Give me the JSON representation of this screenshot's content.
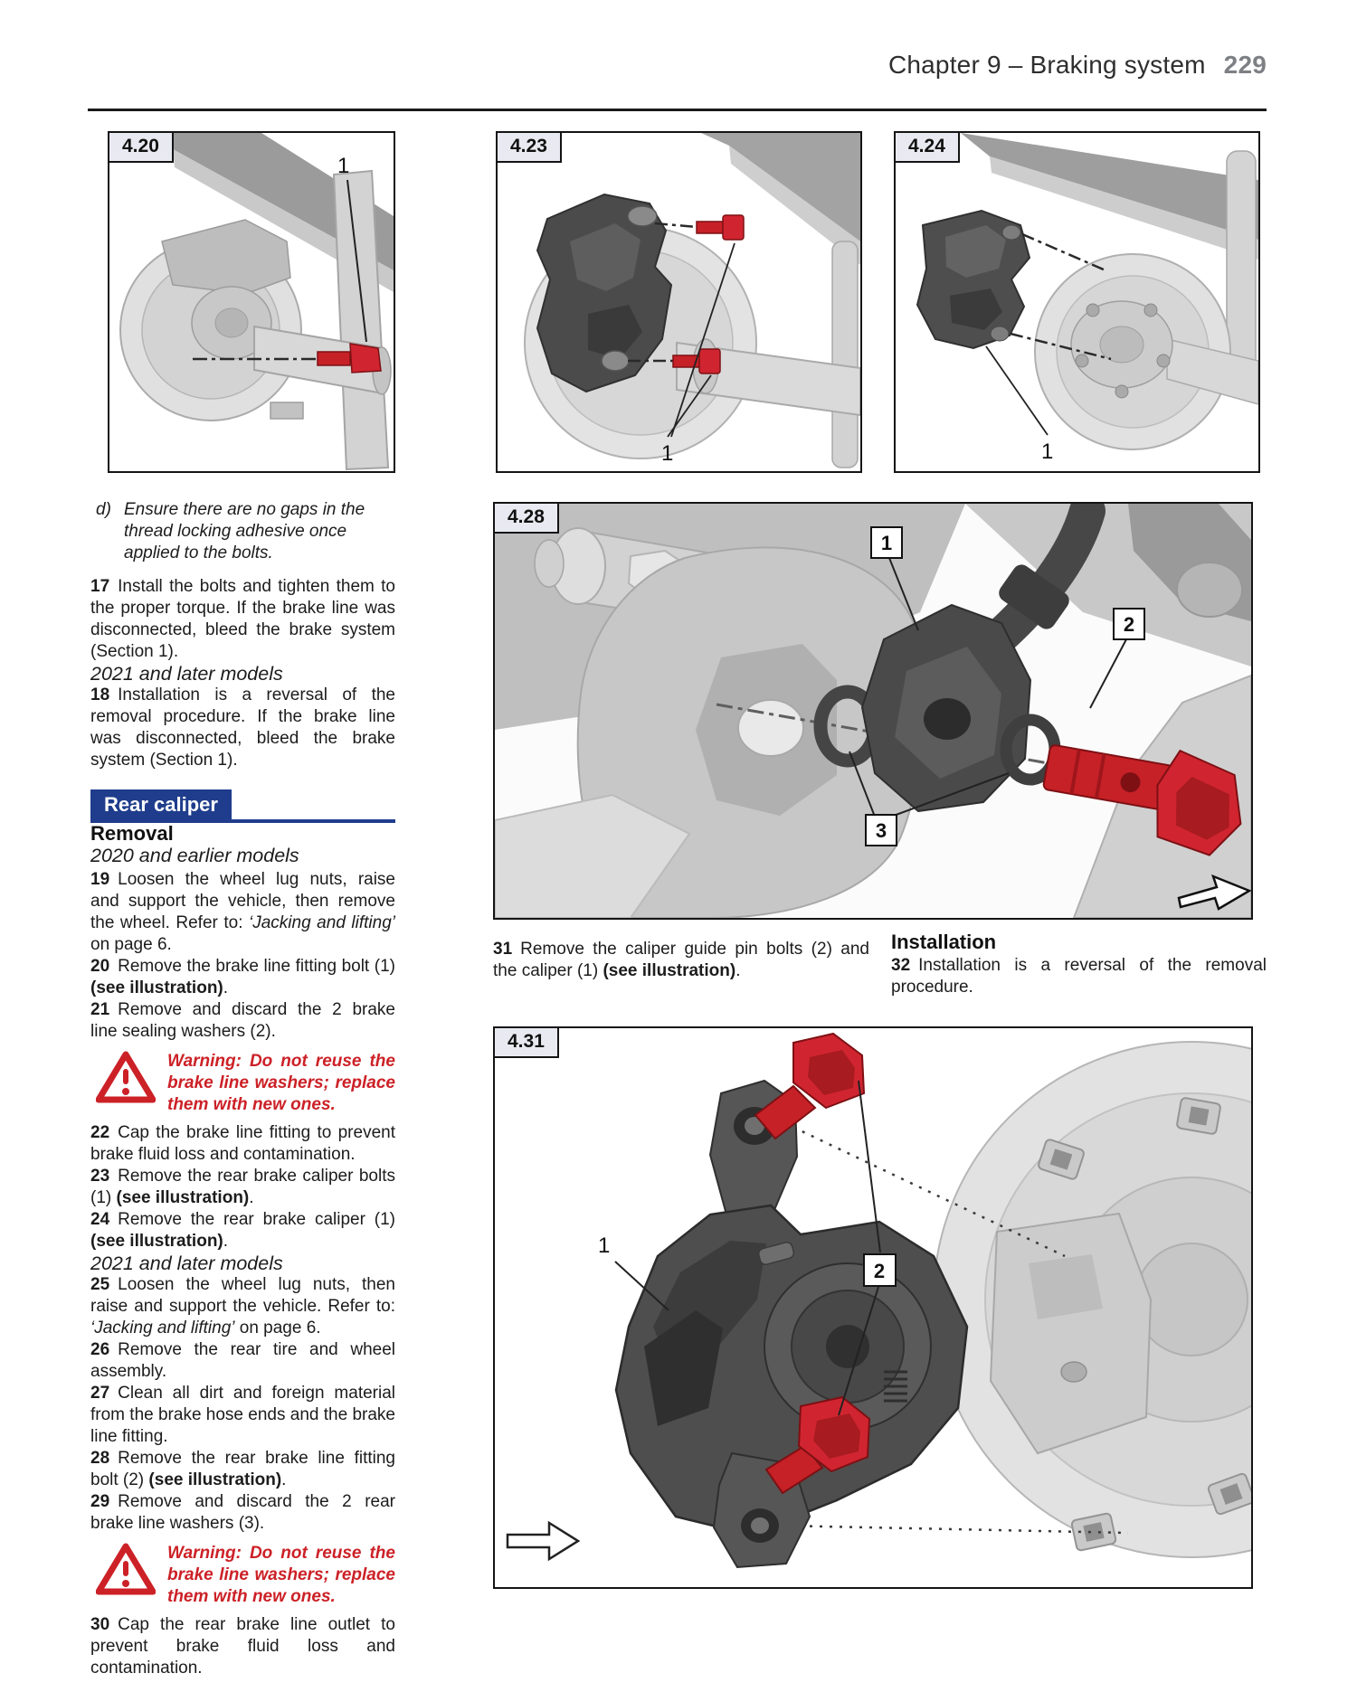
{
  "header": {
    "title": "Chapter 9 – Braking system",
    "page_number": "229"
  },
  "figures": {
    "f420": {
      "label": "4.20",
      "c1": "1"
    },
    "f423": {
      "label": "4.23",
      "c1": "1"
    },
    "f424": {
      "label": "4.24",
      "c1": "1"
    },
    "f428": {
      "label": "4.28",
      "c1": "1",
      "c2": "2",
      "c3": "3"
    },
    "f431": {
      "label": "4.31",
      "c1": "1",
      "c2": "2"
    }
  },
  "left": {
    "d_label": "d)",
    "d_text": "Ensure there are no gaps in the thread locking adhesive once applied to the bolts.",
    "s17n": "17",
    "s17": "Install the bolts and tighten them to the proper torque. If the brake line was disconnected, bleed the brake system (Section 1).",
    "h2021a": "2021 and later models",
    "s18n": "18",
    "s18": "Installation is a reversal of the removal procedure. If the brake line was disconnected, bleed the brake system (Section 1).",
    "section_title": "Rear caliper",
    "h_removal": "Removal",
    "h2020": "2020 and earlier models",
    "s19n": "19",
    "s19a": "Loosen the wheel lug nuts, raise and support the vehicle, then remove the wheel. Refer to: ",
    "s19i": "‘Jacking and lifting’",
    "s19b": " on page 6.",
    "s20n": "20",
    "s20a": "Remove the brake line fitting bolt (1) ",
    "s20b": "(see illustration)",
    "s20c": ".",
    "s21n": "21",
    "s21": "Remove and discard the 2 brake line sealing washers (2).",
    "warn1": "Warning: Do not reuse the brake line washers; replace them with new ones.",
    "s22n": "22",
    "s22": "Cap the brake line fitting to prevent brake fluid loss and contamination.",
    "s23n": "23",
    "s23a": "Remove the rear brake caliper bolts (1) ",
    "s23b": "(see illustration)",
    "s23c": ".",
    "s24n": "24",
    "s24a": "Remove the rear brake caliper (1) ",
    "s24b": "(see illustration)",
    "s24c": ".",
    "h2021b": "2021 and later models",
    "s25n": "25",
    "s25a": "Loosen the wheel lug nuts, then raise and support the vehicle. Refer to: ",
    "s25i": "‘Jacking and lifting’",
    "s25b": " on page 6.",
    "s26n": "26",
    "s26": "Remove the rear tire and wheel assembly.",
    "s27n": "27",
    "s27": "Clean all dirt and foreign material from the brake hose ends and the brake line fitting.",
    "s28n": "28",
    "s28a": "Remove the rear brake line fitting bolt (2) ",
    "s28b": "(see illustration)",
    "s28c": ".",
    "s29n": "29",
    "s29": "Remove and discard the 2 rear brake line washers (3).",
    "warn2": "Warning: Do not reuse the brake line washers; replace them with new ones.",
    "s30n": "30",
    "s30": "Cap the rear brake line outlet to prevent brake fluid loss and contamination."
  },
  "mid": {
    "s31n": "31",
    "s31a": "Remove the caliper guide pin bolts (2) and the caliper (1) ",
    "s31b": "(see illustration)",
    "s31c": "."
  },
  "right": {
    "h_installation": "Installation",
    "s32n": "32",
    "s32": "Installation is a reversal of the removal procedure."
  },
  "colors": {
    "section_blue": "#1f3d8c",
    "warning_red": "#cc2127",
    "bolt_highlight_red": "#c62127",
    "page_number_gray": "#7d8084",
    "figure_label_bg": "#e9e9f1"
  }
}
